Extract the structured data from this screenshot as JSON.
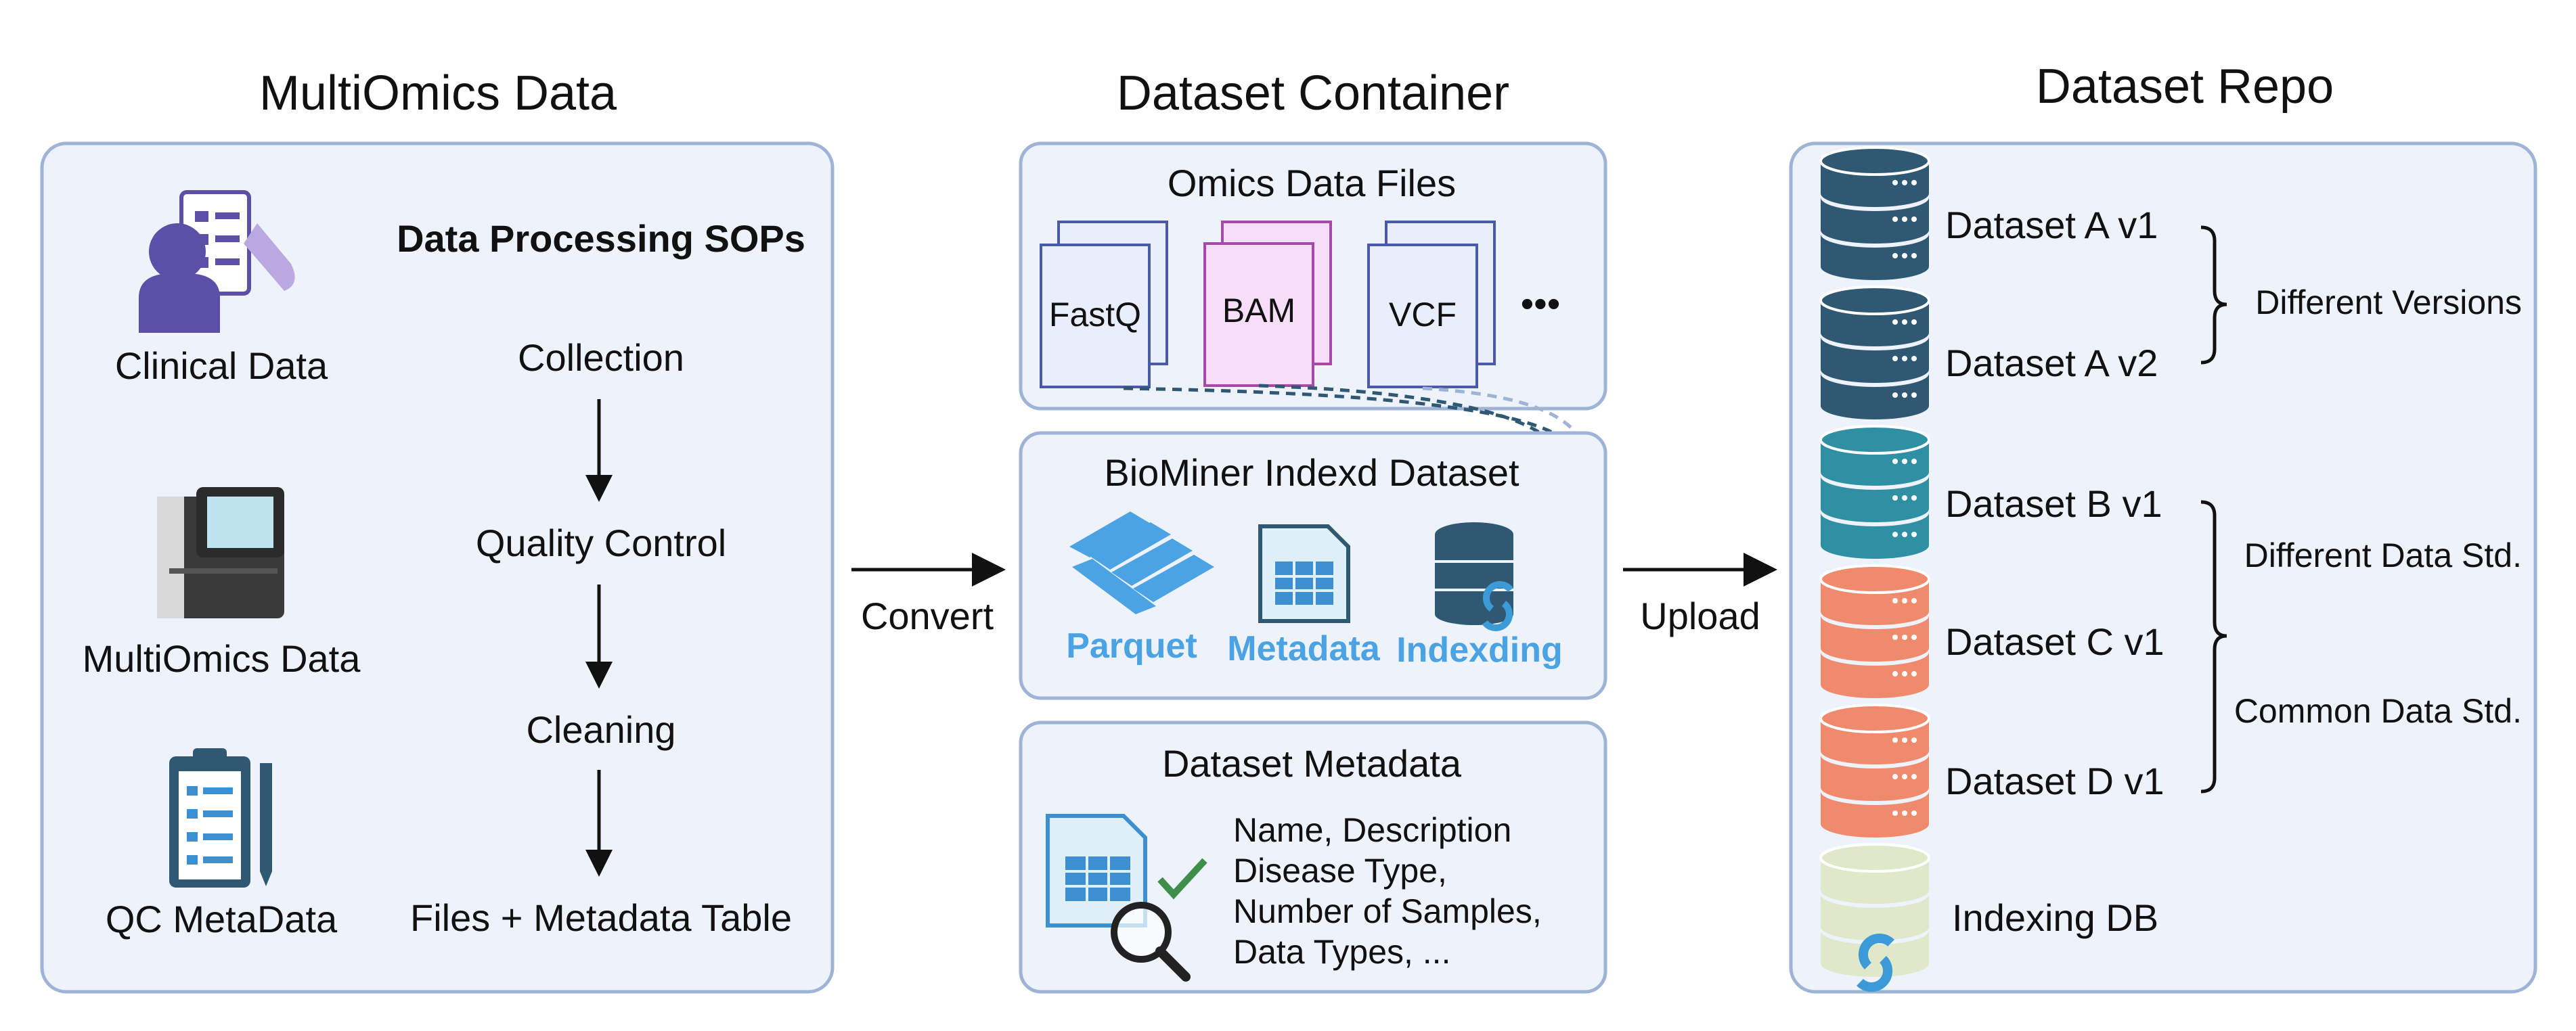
{
  "sections": {
    "multiomics": {
      "title": "MultiOmics Data",
      "sources": [
        "Clinical Data",
        "MultiOmics Data",
        "QC MetaData"
      ],
      "sop_title": "Data Processing SOPs",
      "sop_steps": [
        "Collection",
        "Quality Control",
        "Cleaning",
        "Files + Metadata Table"
      ]
    },
    "container": {
      "title": "Dataset Container",
      "omics_files": {
        "title": "Omics Data Files",
        "files": [
          "FastQ",
          "BAM",
          "VCF"
        ],
        "more": "•••"
      },
      "indexed": {
        "title": "BioMiner Indexd Dataset",
        "items": [
          "Parquet",
          "Metadata",
          "Indexding"
        ]
      },
      "metadata": {
        "title": "Dataset Metadata",
        "lines": [
          "Name, Description",
          "Disease Type,",
          "Number of Samples,",
          "Data Types, ..."
        ]
      }
    },
    "repo": {
      "title": "Dataset Repo",
      "datasets": [
        "Dataset A v1",
        "Dataset A v2",
        "Dataset B v1",
        "Dataset C v1",
        "Dataset D v1"
      ],
      "indexing": "Indexing DB",
      "brackets": [
        "Different Versions",
        "Different Data Std.",
        "Common Data Std."
      ]
    }
  },
  "arrows": {
    "convert": "Convert",
    "upload": "Upload"
  },
  "colors": {
    "panel_fill": "#edf2fb",
    "panel_stroke": "#9fb3d6",
    "db_dark": "#2f5872",
    "db_teal": "#2f8fa3",
    "db_orange": "#f08a6c",
    "db_light": "#dfe8c9",
    "accent_blue": "#4ba3e3"
  }
}
